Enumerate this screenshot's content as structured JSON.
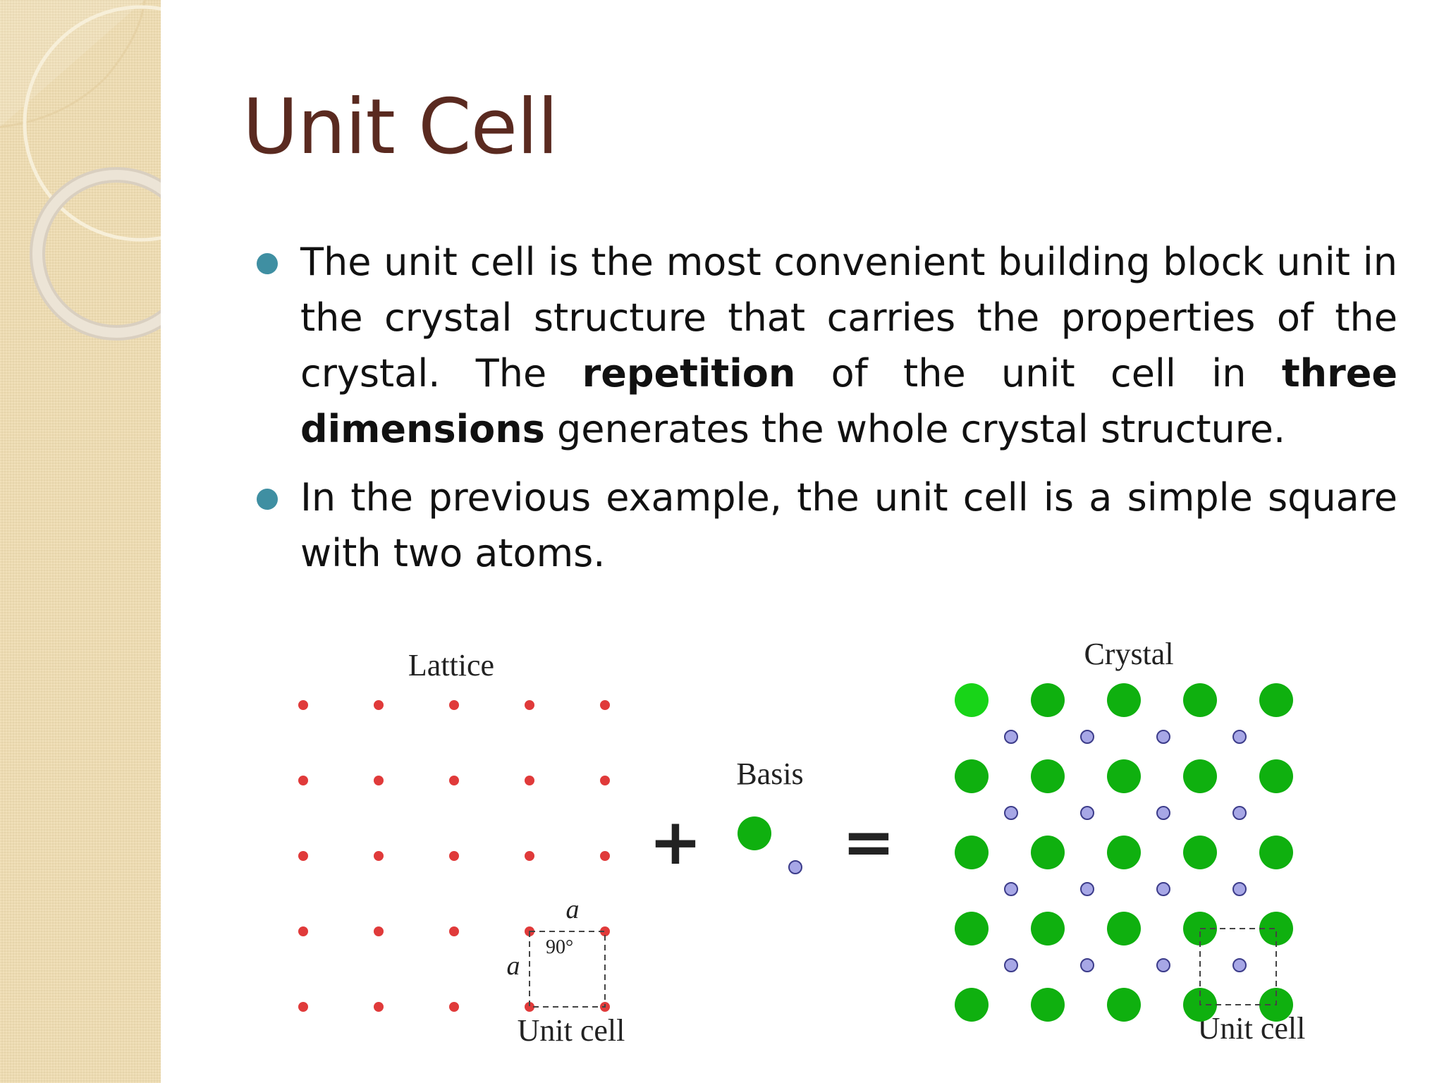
{
  "slide": {
    "title": "Unit Cell",
    "bullets": [
      {
        "p1": "The unit cell is the most convenient building block unit in the crystal structure that carries the properties of the crystal. The ",
        "b1": "repetition",
        "p2": " of the unit cell in ",
        "b2": "three dimensions",
        "p3": " generates the whole crystal structure."
      },
      {
        "text": "In the previous example, the unit cell is a simple square with two atoms."
      }
    ]
  },
  "diagram": {
    "lattice_label": "Lattice",
    "basis_label": "Basis",
    "crystal_label": "Crystal",
    "plus_sign": "+",
    "equals_sign": "=",
    "lattice_unit_cell_label": "Unit cell",
    "crystal_unit_cell_label": "Unit cell",
    "side_label_top": "a",
    "side_label_left": "a",
    "angle_label": "90°",
    "colors": {
      "lattice_point": "#e03a3a",
      "large_atom": "#0fb00f",
      "small_atom": "#a7a7e6",
      "small_atom_border": "#3c3c8a",
      "title": "#5a2a20",
      "bullet": "#3f8fa2"
    }
  }
}
